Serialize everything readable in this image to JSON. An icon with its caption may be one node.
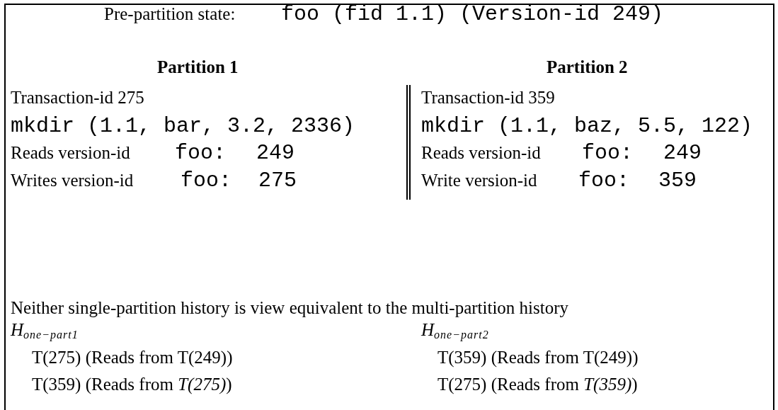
{
  "diagram": {
    "labels": [
      "Pre-partition state:",
      "foo (fid 1.1) (Version-id 249)",
      "Partition 1",
      "Partition 2",
      "Transaction-id 275",
      "Transaction-id 359",
      "mkdir (1.1, bar, 3.2, 2336)",
      "mkdir (1.1, baz, 5.5, 122)",
      "Reads version-id",
      "foo:",
      "249",
      "Reads version-id",
      "foo:",
      "249",
      "Writes version-id",
      "foo:",
      "275",
      "Write version-id",
      "foo:",
      "359",
      "Neither single-partition history is view equivalent to the multi-partition history",
      "*H*$_{one−part1}$",
      "*H*$_{one−part2}$",
      "T(275) (Reads from T(249))",
      "T(359) (Reads from T(249))",
      "T(359) (Reads from *T(275)*)",
      "T(275) (Reads from *T(359)*)"
    ]
  }
}
